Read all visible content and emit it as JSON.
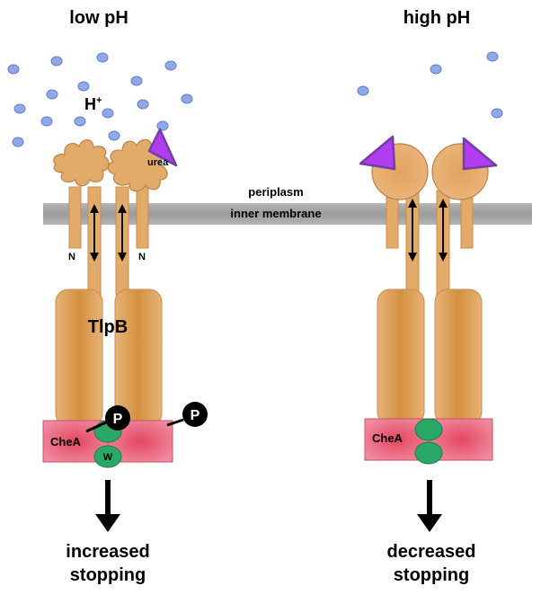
{
  "panels": {
    "left": {
      "title": "low pH",
      "ion_label": "H",
      "ion_superscript": "+",
      "ligand_label": "urea",
      "receptor_label": "TlpB",
      "n_terminus": "N",
      "kinase_label": "CheA",
      "coupling_label": "W",
      "phospho_label": "P",
      "outcome_line1": "increased",
      "outcome_line2": "stopping"
    },
    "right": {
      "title": "high pH",
      "kinase_label": "CheA",
      "outcome_line1": "decreased",
      "outcome_line2": "stopping"
    }
  },
  "membrane": {
    "top_label": "periplasm",
    "bottom_label": "inner membrane"
  },
  "colors": {
    "receptor": "#e3ab6a",
    "receptor_edge": "#c98d4c",
    "membrane": "#a9a9a9",
    "ion": "#8fa8e8",
    "ligand": "#b13cf0",
    "kinase": "#e06078",
    "chew": "#2aa868"
  }
}
